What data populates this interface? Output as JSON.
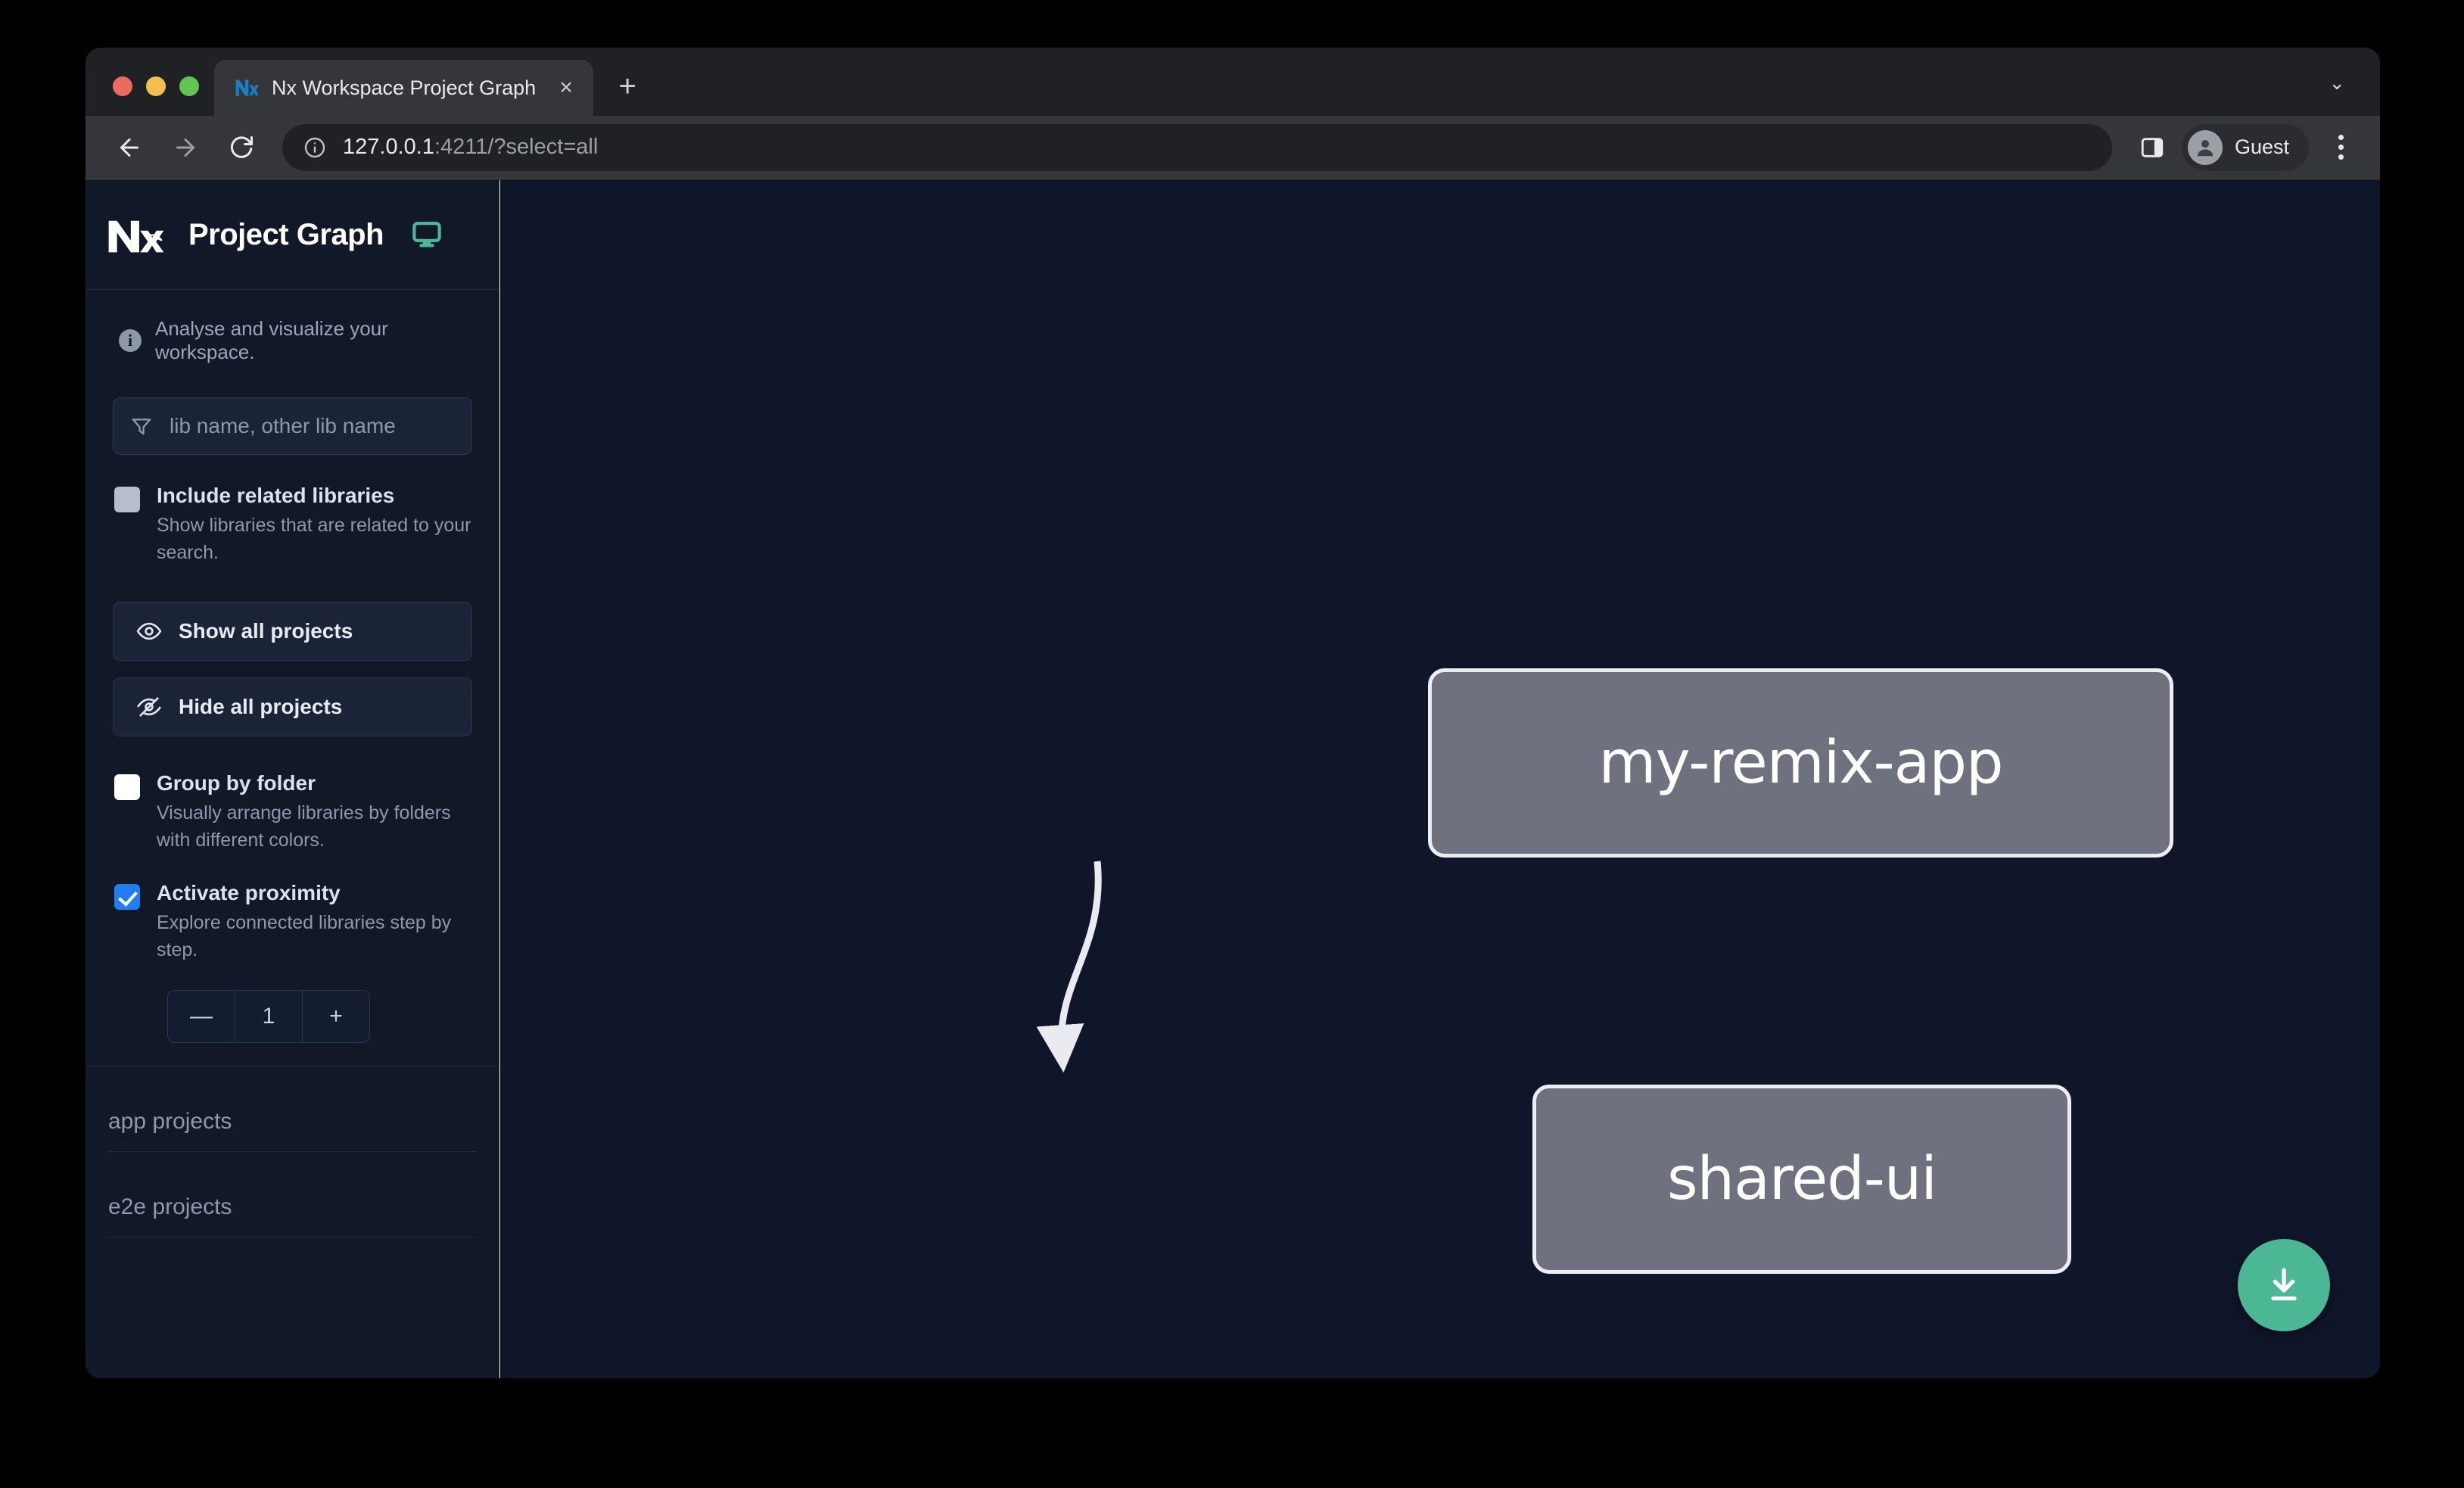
{
  "browser": {
    "tab": {
      "title": "Nx Workspace Project Graph",
      "favicon": "nx-logo-icon",
      "close_label": "×"
    },
    "new_tab_label": "+",
    "tabstrip_chevron": "⌄",
    "toolbar": {
      "back_icon": "back-arrow-icon",
      "forward_icon": "forward-arrow-icon",
      "reload_icon": "reload-icon",
      "info_icon": "info-circle-icon",
      "url_host": "127.0.0.1",
      "url_rest": ":4211/?select=all",
      "side_panel_icon": "side-panel-icon",
      "profile_name": "Guest",
      "profile_icon": "person-icon",
      "menu_icon": "kebab-menu-icon"
    }
  },
  "sidebar": {
    "logo": "nx-logo-icon",
    "title": "Project Graph",
    "display_icon": "monitor-icon",
    "tagline": "Analyse and visualize your workspace.",
    "tagline_icon": "info-icon",
    "filter": {
      "icon": "filter-funnel-icon",
      "placeholder": "lib name, other lib name",
      "value": ""
    },
    "options": [
      {
        "id": "include-related-libraries",
        "label": "Include related libraries",
        "desc": "Show libraries that are related to your search.",
        "checked": false,
        "style": "gray"
      },
      {
        "id": "group-by-folder",
        "label": "Group by folder",
        "desc": "Visually arrange libraries by folders with different colors.",
        "checked": false,
        "style": "white"
      },
      {
        "id": "activate-proximity",
        "label": "Activate proximity",
        "desc": "Explore connected libraries step by step.",
        "checked": true,
        "style": "blue"
      }
    ],
    "buttons": [
      {
        "id": "show-all-projects",
        "label": "Show all projects",
        "icon": "eye-icon"
      },
      {
        "id": "hide-all-projects",
        "label": "Hide all projects",
        "icon": "eye-off-icon"
      }
    ],
    "stepper": {
      "decrement_label": "—",
      "value": "1",
      "increment_label": "+"
    },
    "project_sections": [
      {
        "id": "app-projects",
        "label": "app projects"
      },
      {
        "id": "e2e-projects",
        "label": "e2e projects"
      }
    ]
  },
  "graph": {
    "nodes": [
      {
        "id": "my-remix-app",
        "label": "my-remix-app"
      },
      {
        "id": "shared-ui",
        "label": "shared-ui"
      }
    ],
    "edges": [
      {
        "from": "my-remix-app",
        "to": "shared-ui"
      }
    ],
    "download_button": {
      "icon": "download-icon",
      "color": "#4cb795"
    }
  },
  "colors": {
    "accent_green": "#4cb795",
    "checkbox_blue": "#1f7ef0",
    "node_fill": "#70717f",
    "node_border": "#eceef3",
    "canvas_bg": "#0f1629",
    "sidebar_bg": "#111827"
  }
}
